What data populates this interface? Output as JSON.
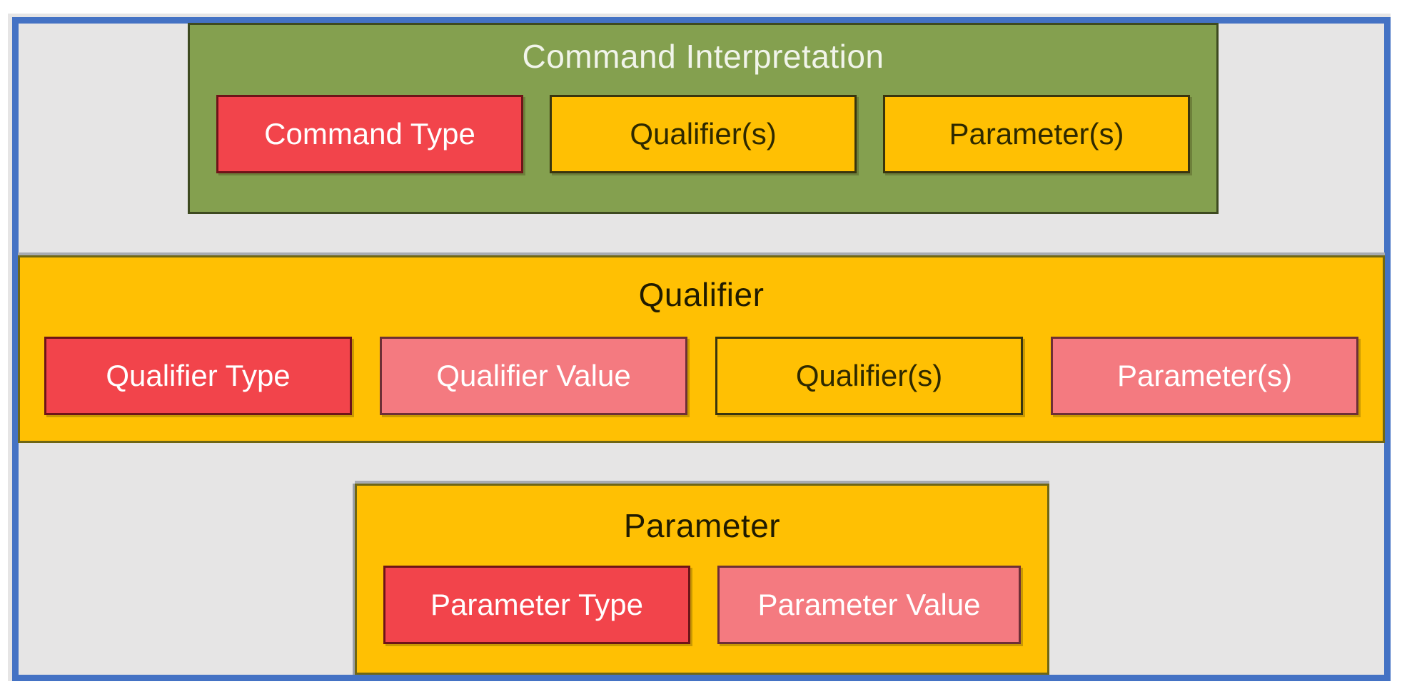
{
  "diagram": {
    "kind": "nested-block-diagram",
    "colors": {
      "frame_border": "#4472c4",
      "panel_background": "#e6e5e5",
      "green_fill": "#84a04f",
      "green_border": "#3e4a20",
      "gold_fill": "#ffc003",
      "gold_border": "#6f6614",
      "red_fill": "#f2444b",
      "red_border": "#6e1418",
      "pink_fill": "#f47a80",
      "pink_border": "#6d2f36",
      "title_on_green": "#f1f4ea",
      "title_on_gold": "#201b00",
      "label_on_red_pink": "#ffffff",
      "label_on_gold": "#2e2900"
    },
    "sections": {
      "command": {
        "title": "Command Interpretation",
        "children": [
          {
            "label": "Command Type",
            "variant": "red"
          },
          {
            "label": "Qualifier(s)",
            "variant": "yellow"
          },
          {
            "label": "Parameter(s)",
            "variant": "yellow"
          }
        ]
      },
      "qualifier": {
        "title": "Qualifier",
        "children": [
          {
            "label": "Qualifier Type",
            "variant": "red"
          },
          {
            "label": "Qualifier Value",
            "variant": "pink"
          },
          {
            "label": "Qualifier(s)",
            "variant": "yellow"
          },
          {
            "label": "Parameter(s)",
            "variant": "pink"
          }
        ]
      },
      "parameter": {
        "title": "Parameter",
        "children": [
          {
            "label": "Parameter Type",
            "variant": "red"
          },
          {
            "label": "Parameter Value",
            "variant": "pink"
          }
        ]
      }
    }
  }
}
